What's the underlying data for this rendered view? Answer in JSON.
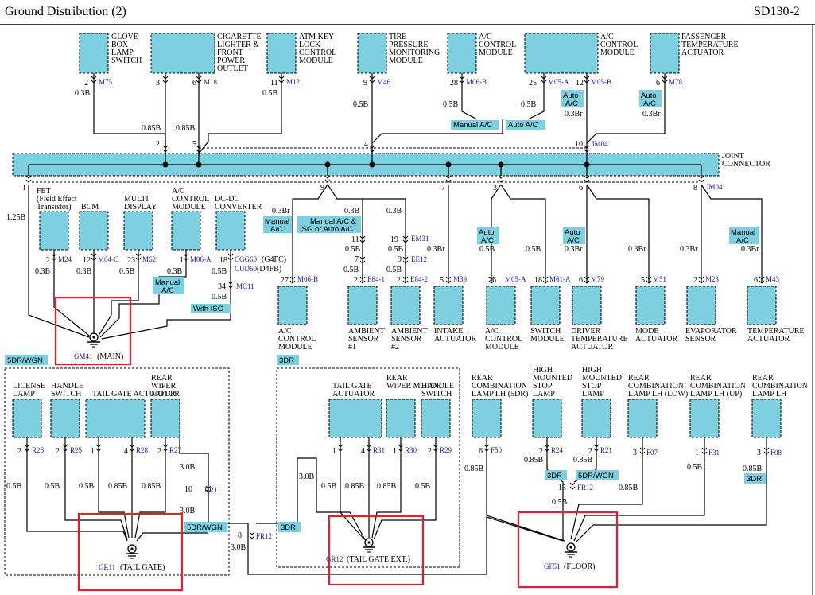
{
  "header": {
    "title": "Ground Distribution (2)",
    "code": "SD130-2"
  },
  "colors": {
    "box": "#7ecfe0",
    "accent": "#1a1aa8",
    "ground_highlight": "#e0202c",
    "wire": "#000000"
  },
  "joint_connector": {
    "label_line1": "JOINT",
    "label_line2": "CONNECTOR",
    "conn_top": "JM04",
    "conn_bottom": "JM04"
  },
  "top_components": [
    {
      "l1": "GLOVE",
      "l2": "BOX",
      "l3": "LAMP",
      "l4": "SWITCH",
      "pin": "2",
      "conn": "M75",
      "wire": "0.3B",
      "wire2": "0.85B",
      "jpin": "2"
    },
    {
      "l1": "CIGARETTE",
      "l2": "LIGHTER &",
      "l3": "FRONT",
      "l4": "POWER",
      "l5": "OUTLET",
      "pinA": "3",
      "pinB": "6",
      "conn": "M18",
      "wireA": "0.85B",
      "wireB": "0.85B",
      "jpin": "5"
    },
    {
      "l1": "ATM KEY",
      "l2": "LOCK",
      "l3": "CONTROL",
      "l4": "MODULE",
      "pin": "11",
      "conn": "M12",
      "wire": "0.5B"
    },
    {
      "l1": "TIRE",
      "l2": "PRESSURE",
      "l3": "MONITORING",
      "l4": "MODULE",
      "pin": "9",
      "conn": "M46",
      "wire": "0.5B",
      "jpin": "4"
    },
    {
      "l1": "A/C",
      "l2": "CONTROL",
      "l3": "MODULE",
      "pin": "28",
      "conn": "M06-B",
      "wire": "0.5B"
    },
    {
      "l1": "A/C",
      "l2": "CONTROL",
      "l3": "MODULE",
      "pinA": "25",
      "connA": "M05-A",
      "pinB": "12",
      "connB": "M05-B",
      "wire": "0.5B",
      "wireB": "0.3Br",
      "jpin": "10"
    },
    {
      "l1": "PASSENGER",
      "l2": "TEMPERATURE",
      "l3": "ACTUATOR",
      "pin": "6",
      "conn": "M78",
      "wire": "0.3Br"
    }
  ],
  "tags": {
    "manual_ac": "Manual A/C",
    "auto_ac": "Auto A/C",
    "auto": "Auto",
    "ac": "A/C",
    "manual": "Manual",
    "manual_isg_l1": "Manual A/C &",
    "manual_isg_l2": "ISG or Auto A/C",
    "with_isg": "With ISG",
    "five_dr": "5DR/WGN",
    "three_dr": "3DR"
  },
  "left_components": [
    {
      "l1": "FET",
      "l2": "(Field Effect",
      "l3": "Transistor)",
      "pin": "2",
      "conn": "M24",
      "wire": "0.3B"
    },
    {
      "l1": "BCM",
      "pin": "12",
      "conn": "M04-C",
      "wire": "0.3B"
    },
    {
      "l1": "MULTI",
      "l2": "DISPLAY",
      "pin": "23",
      "conn": "M62",
      "wire": "0.5B"
    },
    {
      "l1": "A/C",
      "l2": "CONTROL",
      "l3": "MODULE",
      "pin": "1",
      "conn": "M06-A",
      "wire": "0.3B"
    },
    {
      "l1": "DC-DC",
      "l2": "CONVERTER",
      "pin": "18",
      "conn1": "CGG60",
      "conn1b": "(G4FC)",
      "conn2": "CUD60",
      "conn2b": "(D4FB)",
      "wire": "0.5B",
      "pin2": "34",
      "conn3": "MC11",
      "wire2": "0.5B"
    }
  ],
  "left_misc": {
    "jpin1": "1",
    "wire125": "1.25B"
  },
  "ground_main": {
    "code": "GM41",
    "name": "(MAIN)"
  },
  "mid_components": [
    {
      "l1": "A/C",
      "l2": "CONTROL",
      "l3": "MODULE",
      "pin": "27",
      "conn": "M06-B",
      "wire": "0.3Br"
    },
    {
      "l1": "AMBIENT",
      "l2": "SENSOR",
      "l3": "#1",
      "pin": "2",
      "conn": "E84-1",
      "wire": "0.5B"
    },
    {
      "l1": "AMBIENT",
      "l2": "SENSOR",
      "l3": "#2",
      "pin": "2",
      "conn": "E84-2",
      "wire": "0.5B"
    },
    {
      "l1": "INTAKE",
      "l2": "ACTUATOR",
      "pin": "5",
      "conn": "M39",
      "wire": "0.3Br"
    }
  ],
  "mid_misc": {
    "jpin9": "9",
    "w03br": "0.3Br",
    "w03b": "0.3B",
    "w03b2": "0.3B",
    "p11": "11",
    "p19": "19",
    "em31": "EM31",
    "p7": "7",
    "p9": "9",
    "ee12": "EE12",
    "jpin7": "7"
  },
  "right_components": [
    {
      "l1": "A/C",
      "l2": "CONTROL",
      "l3": "MODULE",
      "pin": "26",
      "conn": "M05-A",
      "wire": "0.5B"
    },
    {
      "l1": "SWITCH",
      "l2": "MODULE",
      "pin": "18",
      "conn": "M61-A",
      "wire": "0.5B"
    },
    {
      "l1": "DRIVER",
      "l2": "TEMPERATURE",
      "l3": "ACTUATOR",
      "pin": "6",
      "conn": "M79",
      "wire": "0.3Br"
    },
    {
      "l1": "MODE",
      "l2": "ACTUATOR",
      "pin": "5",
      "conn": "M51",
      "wire": "0.3Br"
    },
    {
      "l1": "EVAPORATOR",
      "l2": "SENSOR",
      "pin": "2",
      "conn": "M23",
      "wire": "0.3Br"
    },
    {
      "l1": "TEMPERATURE",
      "l2": "ACTUATOR",
      "pin": "6",
      "conn": "M43",
      "wire": "0.3Br"
    }
  ],
  "right_misc": {
    "jpin3": "3",
    "jpin6": "6",
    "jpin8": "8"
  },
  "bottom_left": [
    {
      "l1": "LICENSE",
      "l2": "LAMP",
      "pin": "2",
      "conn": "R26",
      "wire": "0.5B"
    },
    {
      "l1": "HANDLE",
      "l2": "SWITCH",
      "pin": "2",
      "conn": "R25",
      "wire": "0.5B"
    },
    {
      "l1": "TAIL GATE ACTUATOR",
      "pinA": "1",
      "pinB": "4",
      "conn": "R28",
      "wireA": "0.5B",
      "wireB": "0.85B"
    },
    {
      "l1": "REAR",
      "l2": "WIPER",
      "l3": "MOTOR",
      "pin": "2",
      "conn": "R27",
      "wire": "0.85B"
    }
  ],
  "bottom_left_misc": {
    "w30": "3.0B",
    "p10": "10",
    "rr11": "RR11",
    "w30b": "3.0B",
    "p8": "8",
    "fr12": "FR12",
    "w30c": "3.0B"
  },
  "ground_tailgate": {
    "code": "GR11",
    "name": "(TAIL GATE)"
  },
  "bottom_mid": [
    {
      "l1": "TAIL GATE",
      "l2": "ACTUATOR",
      "pinA": "1",
      "pinB": "4",
      "conn": "R31",
      "wireA": "0.5B",
      "wireB": "0.85B"
    },
    {
      "l1": "REAR",
      "l2": "WIPER MOTOR",
      "pin": "1",
      "conn": "R30",
      "wire": "0.85B"
    },
    {
      "l1": "HANDLE",
      "l2": "SWITCH",
      "pin": "2",
      "conn": "R29",
      "wire": "0.5B"
    }
  ],
  "bottom_mid_misc": {
    "w30": "3.0B"
  },
  "ground_ext": {
    "code": "GR12",
    "name": "(TAIL GATE EXT.)"
  },
  "bottom_right": [
    {
      "l1": "REAR",
      "l2": "COMBINATION",
      "l3": "LAMP LH (5DR)",
      "pin": "6",
      "conn": "F50",
      "wire": "0.85B"
    },
    {
      "l1": "HIGH",
      "l2": "MOUNTED",
      "l3": "STOP",
      "l4": "LAMP",
      "pin": "2",
      "conn": "R24",
      "wire": "0.85B"
    },
    {
      "l1": "HIGH",
      "l2": "MOUNTED",
      "l3": "STOP",
      "l4": "LAMP",
      "pin": "2",
      "conn": "R21",
      "wire": "0.85B"
    },
    {
      "l1": "REAR",
      "l2": "COMBINATION",
      "l3": "LAMP LH (LOW)",
      "pin": "3",
      "conn": "F07",
      "wire": "0.85B"
    },
    {
      "l1": "REAR",
      "l2": "COMBINATION",
      "l3": "LAMP LH (UP)",
      "pin": "1",
      "conn": "F31",
      "wire": "0.5B"
    },
    {
      "l1": "REAR",
      "l2": "COMBINATION",
      "l3": "LAMP LH",
      "pin": "3",
      "conn": "F08",
      "wire": "0.85B"
    }
  ],
  "bottom_right_misc": {
    "p15": "15",
    "fr12": "FR12",
    "w05": "0.5B"
  },
  "ground_floor": {
    "code": "GF51",
    "name": "(FLOOR)"
  }
}
